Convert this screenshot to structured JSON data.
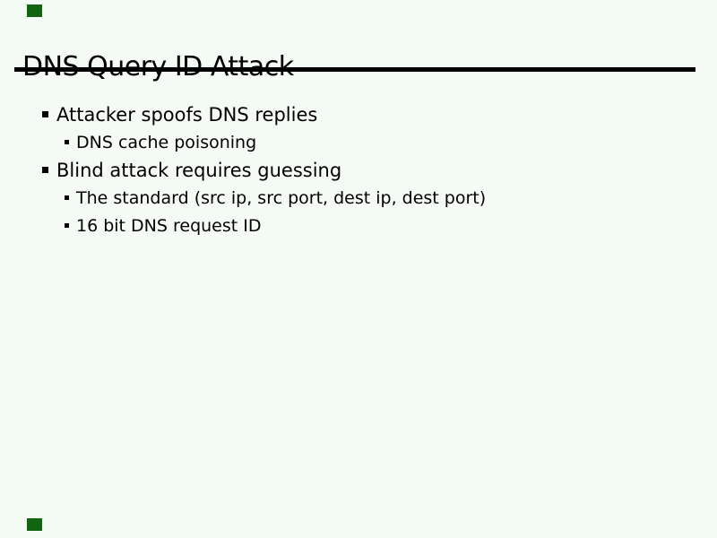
{
  "slide": {
    "title": "DNS Query ID Attack",
    "bullets": [
      {
        "level": 1,
        "text": "Attacker spoofs DNS replies"
      },
      {
        "level": 2,
        "text": "DNS cache poisoning"
      },
      {
        "level": 1,
        "text": "Blind attack requires guessing"
      },
      {
        "level": 2,
        "text": "The standard (src ip, src port, dest ip, dest port)"
      },
      {
        "level": 2,
        "text": "16 bit DNS request ID"
      }
    ],
    "colors": {
      "background": "#f4faf4",
      "text": "#000000",
      "title_rule": "#000000",
      "corner_marker": "#116611"
    }
  }
}
